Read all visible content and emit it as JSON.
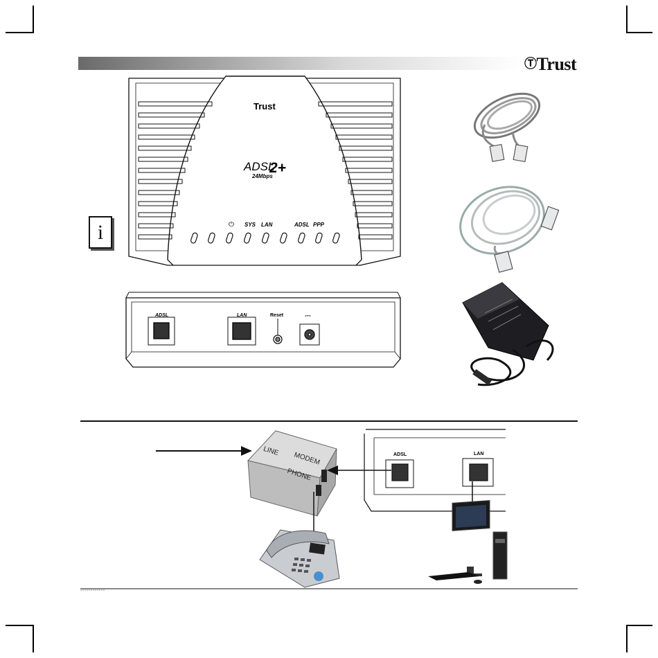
{
  "brand": {
    "name": "Trust",
    "glyph": "Ⓣ"
  },
  "info_icon": "i",
  "modem_front": {
    "logo": "Trust",
    "product_name": "ADSL",
    "product_suffix": "2+",
    "speed": "24Mbps",
    "led_labels": {
      "power": "⏻",
      "sys": "SYS",
      "lan": "LAN",
      "adsl": "ADSL",
      "ppp": "PPP"
    }
  },
  "modem_back": {
    "adsl_label": "ADSL",
    "lan_label": "LAN",
    "reset_label": "Reset",
    "power_symbol": "⎓"
  },
  "splitter": {
    "line_label": "LINE",
    "modem_label": "MODEM",
    "phone_label": "PHONE"
  },
  "connection_diagram": {
    "adsl_label": "ADSL",
    "lan_label": "LAN"
  },
  "colors": {
    "line": "#111111",
    "device_body": "#ffffff",
    "splitter": "#c9c9c9",
    "adapter": "#1e1e22"
  }
}
